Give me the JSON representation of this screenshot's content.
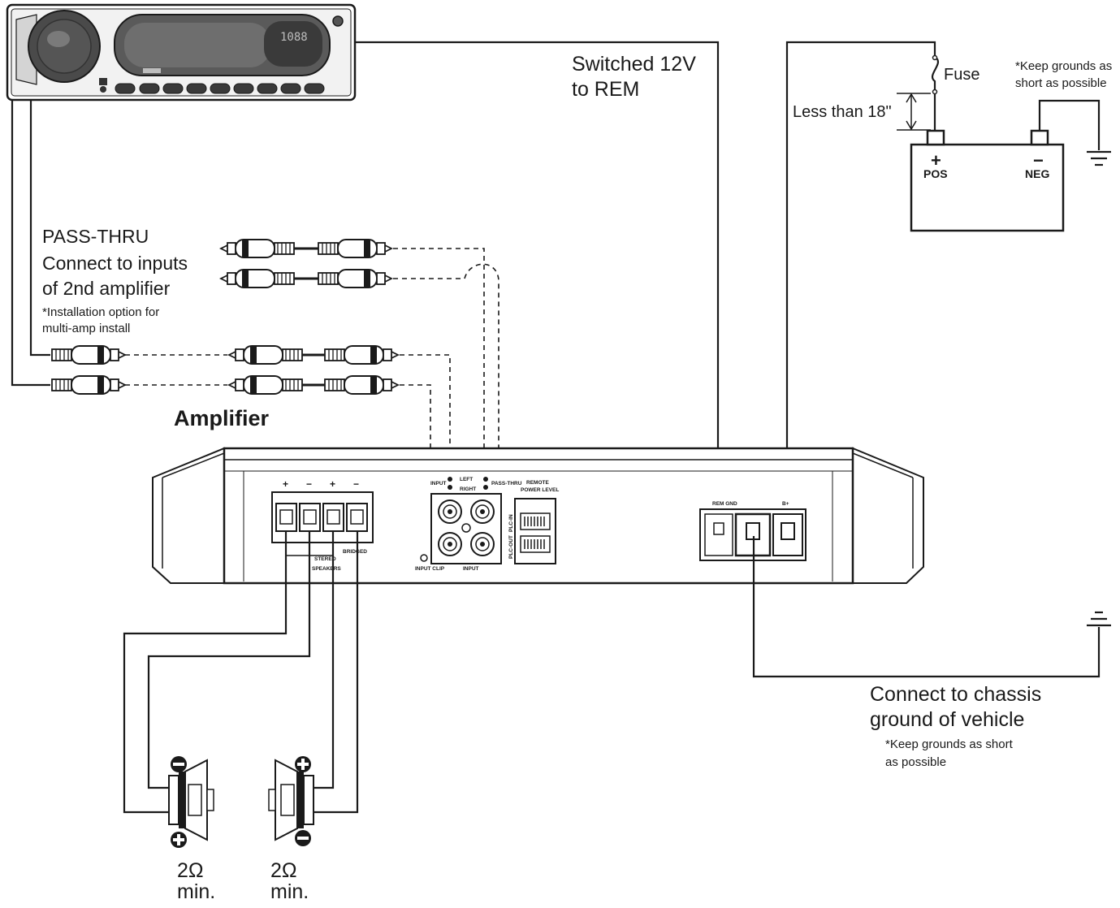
{
  "labels": {
    "switched_line1": "Switched 12V",
    "switched_line2": "to REM",
    "fuse": "Fuse",
    "less_than": "Less than 18\"",
    "keep_top_line1": "*Keep grounds as",
    "keep_top_line2": "short as possible",
    "pos_sign": "+",
    "pos": "POS",
    "neg_sign": "−",
    "neg": "NEG",
    "pass_thru_title": "PASS-THRU",
    "pass_thru_line1": "Connect to inputs",
    "pass_thru_line2": "of 2nd amplifier",
    "install_line1": "*Installation option for",
    "install_line2": "multi-amp install",
    "amplifier": "Amplifier",
    "chassis_line1": "Connect to chassis",
    "chassis_line2": "ground of vehicle",
    "keep_bottom_line1": "*Keep grounds as short",
    "keep_bottom_line2": "as possible",
    "speaker1_ohm": "2Ω",
    "speaker1_min": "min.",
    "speaker2_ohm": "2Ω",
    "speaker2_min": "min."
  },
  "amp_panel": {
    "term_plus1": "+",
    "term_minus1": "−",
    "term_plus2": "+",
    "term_minus2": "−",
    "stereo": "STEREO",
    "speakers": "SPEAKERS",
    "bridged": "BRIDGED",
    "input_l": "INPUT",
    "left": "LEFT",
    "right": "RIGHT",
    "pass_thru": "PASS-THRU",
    "remote_line1": "REMOTE",
    "remote_line2": "POWER LEVEL",
    "plc_in": "PLC-IN",
    "plc_out": "PLC-OUT",
    "input_clip": "INPUT CLIP",
    "input_bottom": "INPUT",
    "rem_gnd": "REM GND",
    "b_plus": "B+"
  },
  "head_unit": {
    "display_digits": "1088"
  }
}
